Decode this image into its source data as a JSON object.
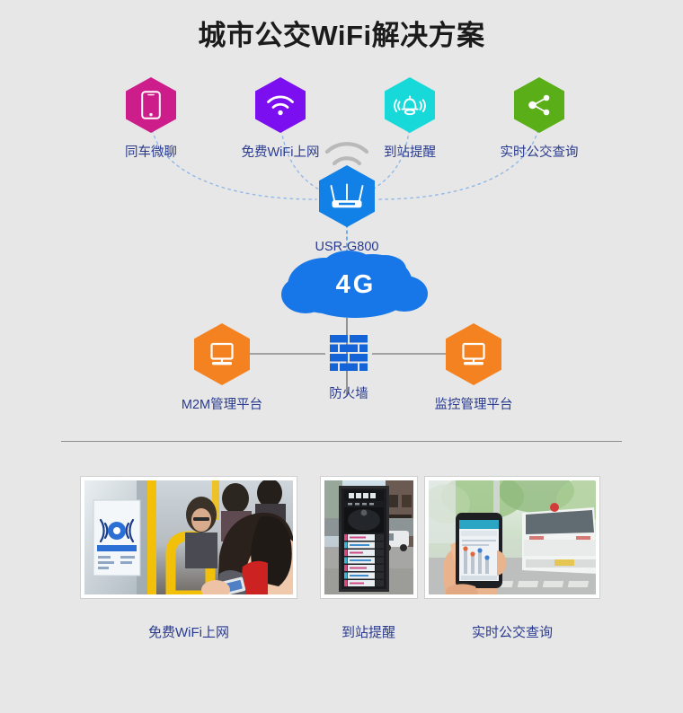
{
  "page": {
    "title": "城市公交WiFi解决方案",
    "background_color": "#e7e7e7",
    "label_color": "#2a3b8f"
  },
  "diagram": {
    "feature_nodes": [
      {
        "label": "同车微聊",
        "icon": "smartphone-icon",
        "color": "#cc1d8b"
      },
      {
        "label": "免费WiFi上网",
        "icon": "wifi-icon",
        "color": "#7b0ff0"
      },
      {
        "label": "到站提醒",
        "icon": "bell-alert-icon",
        "color": "#18d9d9"
      },
      {
        "label": "实时公交查询",
        "icon": "share-nodes-icon",
        "color": "#5aae17"
      }
    ],
    "router": {
      "label": "USR-G800",
      "icon": "router-icon",
      "color": "#1181e8"
    },
    "cloud": {
      "label": "4G",
      "icon": "cloud-icon",
      "color": "#1877e8"
    },
    "platform_nodes": [
      {
        "label": "M2M管理平台",
        "icon": "monitor-icon",
        "color": "#f58220"
      },
      {
        "label": "防火墙",
        "icon": "firewall-icon",
        "color": "#1464d8"
      },
      {
        "label": "监控管理平台",
        "icon": "monitor-icon",
        "color": "#f58220"
      }
    ]
  },
  "gallery": {
    "photos": [
      {
        "caption": "免费WiFi上网",
        "alt": "公交车厢内乘客使用手机，车窗旁贴有免费WiFi标识牌"
      },
      {
        "caption": "到站提醒",
        "alt": "公交站台电子到站提醒显示屏"
      },
      {
        "caption": "实时公交查询",
        "alt": "手持手机查看实时公交应用，背景是白色公交车"
      }
    ]
  }
}
